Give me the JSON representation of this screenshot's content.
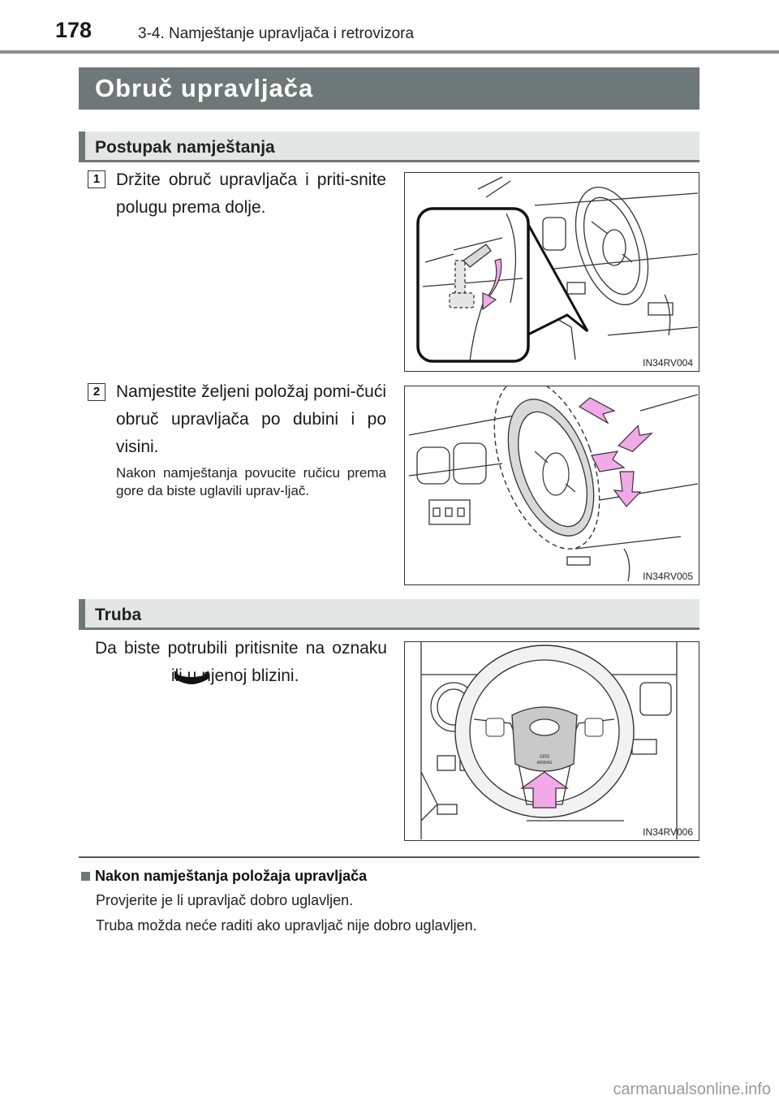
{
  "header": {
    "page_number": "178",
    "running_head": "3-4. Namještanje upravljača i retrovizora"
  },
  "section_title": "Obruč upravljača",
  "adjust": {
    "heading": "Postupak namještanja",
    "step1": {
      "badge": "1",
      "text": "Držite obruč upravljača i priti-snite polugu prema dolje.",
      "figure_code": "IN34RV004"
    },
    "step2": {
      "badge": "2",
      "text": "Namjestite željeni položaj pomi-čući obruč upravljača po dubini i po visini.",
      "note": "Nakon namještanja povucite ručicu prema gore da biste uglavili uprav-ljač.",
      "figure_code": "IN34RV005"
    }
  },
  "horn": {
    "heading": "Truba",
    "text_before": "Da biste potrubili pritisnite na oznaku",
    "text_after": "ili u njenoj blizini.",
    "icon": "horn-icon",
    "figure_code": "IN34RV006"
  },
  "note": {
    "title": "Nakon namještanja položaja upravljača",
    "lines": [
      "Provjerite je li upravljač dobro uglavljen.",
      "Truba možda neće raditi ako upravljač nije dobro uglavljen."
    ]
  },
  "watermark": "carmanualsonline.info",
  "colors": {
    "band": "#6f7878",
    "sub_band": "#e4e6e6",
    "arrow_pink": "#f2a9e8"
  }
}
